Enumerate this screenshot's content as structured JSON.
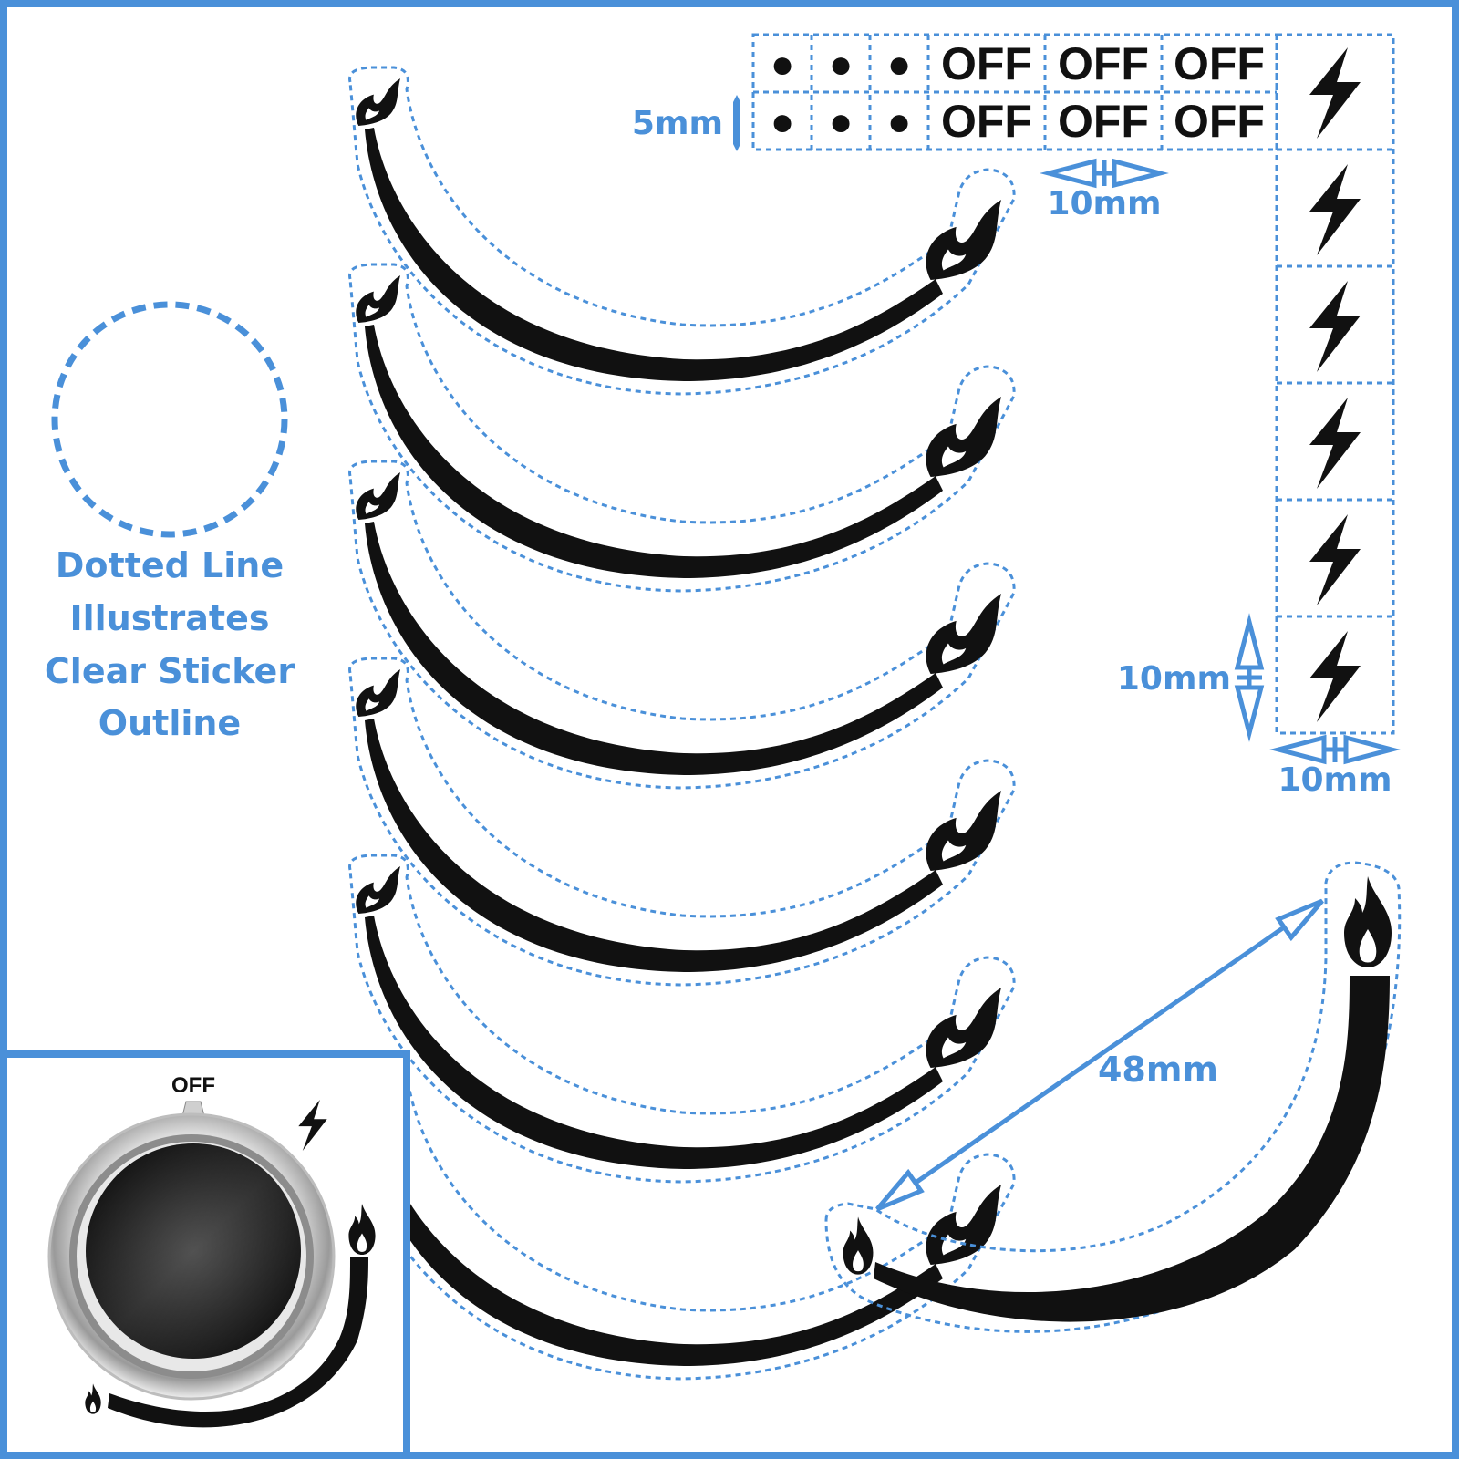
{
  "colors": {
    "accent": "#4a90d9",
    "ink": "#111111",
    "background": "#ffffff"
  },
  "legend": {
    "line1": "Dotted Line",
    "line2": "Illustrates",
    "line3": "Clear Sticker",
    "line4": "Outline"
  },
  "off_stickers": {
    "dot_symbol": "●",
    "off_label": "OFF",
    "height_label": "5mm",
    "width_label": "10mm"
  },
  "bolt_stickers": {
    "icon": "lightning-bolt-icon",
    "height_label": "10mm",
    "width_label": "10mm"
  },
  "arc_stickers": {
    "count": 6,
    "icons": [
      "small-flame-icon",
      "large-flame-icon"
    ]
  },
  "large_arc": {
    "length_label": "48mm"
  },
  "example": {
    "off_label": "OFF",
    "icons": [
      "knob-icon",
      "lightning-bolt-icon",
      "small-flame-icon",
      "large-flame-icon"
    ]
  }
}
